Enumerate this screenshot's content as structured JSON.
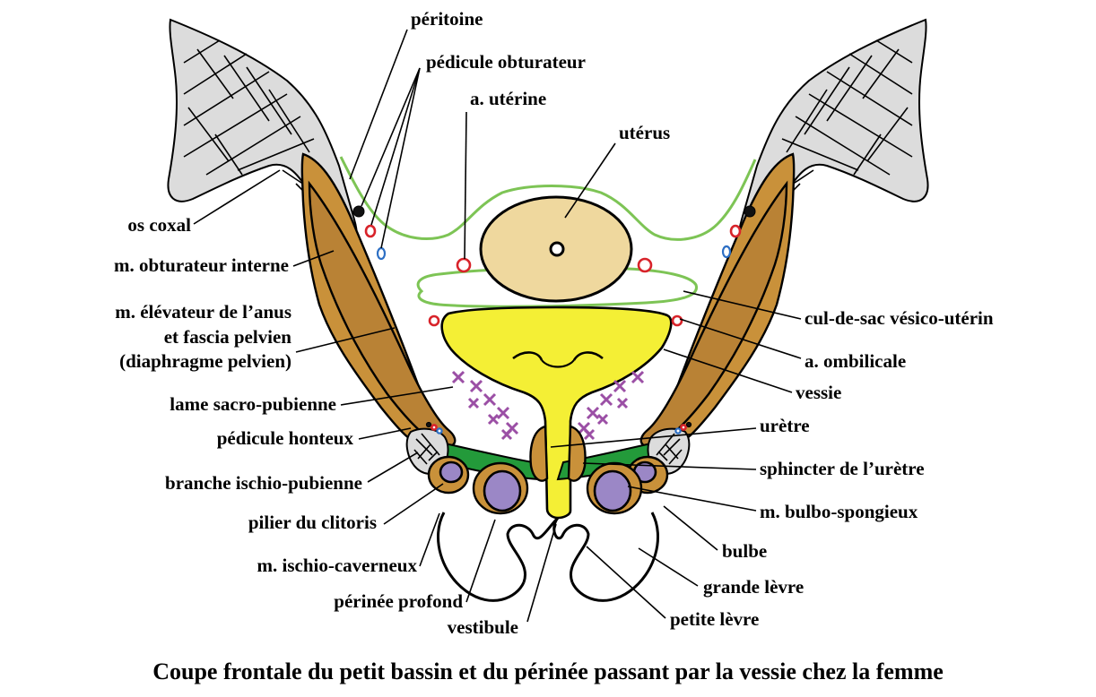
{
  "labels": {
    "peritoine": "péritoine",
    "pedicule_obturateur": "pédicule obturateur",
    "a_uterine": "a. utérine",
    "uterus": "utérus",
    "os_coxal": "os coxal",
    "m_obturateur_interne": "m. obturateur interne",
    "m_elevateur_line1": "m. élévateur de l’anus",
    "m_elevateur_line2": "et fascia pelvien",
    "m_elevateur_line3": "(diaphragme pelvien)",
    "lame_sacro_pubienne": "lame sacro-pubienne",
    "pedicule_honteux": "pédicule honteux",
    "branche_ischio_pubienne": "branche ischio-pubienne",
    "pilier_du_clitoris": "pilier du clitoris",
    "m_ischio_caverneux": "m. ischio-caverneux",
    "perinee_profond": "périnée profond",
    "vestibule": "vestibule",
    "cul_de_sac": "cul-de-sac vésico-utérin",
    "a_ombilicale": "a. ombilicale",
    "vessie": "vessie",
    "uretre": "urètre",
    "sphincter_uretre": "sphincter de l’urètre",
    "m_bulbo_spongieux": "m. bulbo-spongieux",
    "bulbe": "bulbe",
    "grande_levre": "grande lèvre",
    "petite_levre": "petite lèvre"
  },
  "caption": "Coupe frontale du petit bassin et du périnée passant par la vessie chez la femme",
  "colors": {
    "bone": "#dcdcdc",
    "muscle": "#c9913a",
    "peritoneum": "#7dc455",
    "uterus": "#efd89e",
    "bladder": "#f4ef35",
    "deep_perineum": "#239a3a",
    "erectile_tissue": "#9b87c6",
    "artery": "#d8232a",
    "vein": "#2d6fc4",
    "fascia_crosses": "#9b4fa5"
  }
}
